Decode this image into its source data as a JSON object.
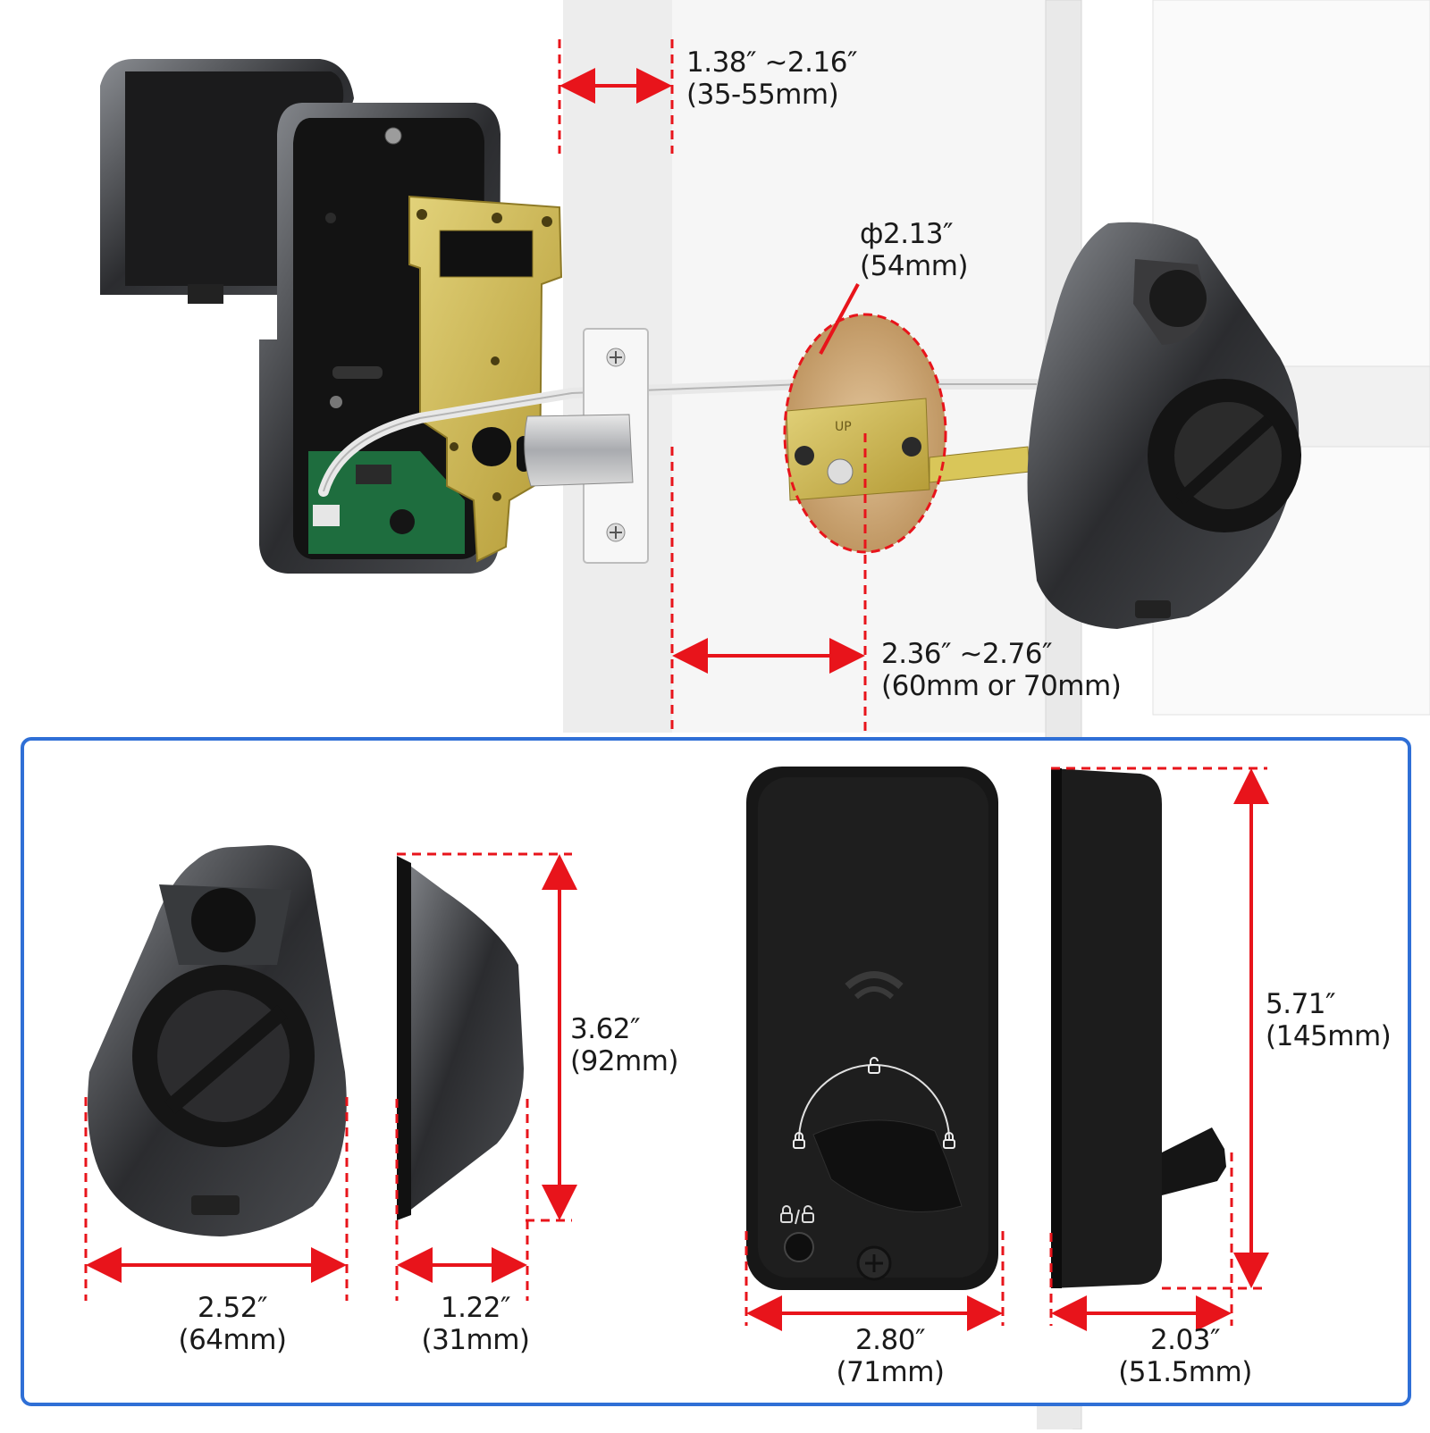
{
  "colors": {
    "dimension_red": "#e8141b",
    "panel_border": "#2f6fd6",
    "lock_black": "#161616",
    "brass": "#c8b14a",
    "door_white": "#f4f4f4"
  },
  "top_dimensions": {
    "door_thickness": {
      "inch": "1.38″ ~2.16″",
      "mm": "(35-55mm)"
    },
    "bore_diameter": {
      "inch": "ф2.13″",
      "mm": "(54mm)"
    },
    "backset": {
      "inch": "2.36″ ~2.76″",
      "mm": "(60mm or 70mm)"
    }
  },
  "strike_plate": {
    "top_label": "UP"
  },
  "bottom_dimensions": {
    "exterior_width": {
      "inch": "2.52″",
      "mm": "(64mm)"
    },
    "exterior_depth": {
      "inch": "1.22″",
      "mm": "(31mm)"
    },
    "exterior_height": {
      "inch": "3.62″",
      "mm": "(92mm)"
    },
    "interior_width": {
      "inch": "2.80″",
      "mm": "(71mm)"
    },
    "interior_depth": {
      "inch": "2.03″",
      "mm": "(51.5mm)"
    },
    "interior_height": {
      "inch": "5.71″",
      "mm": "(145mm)"
    }
  }
}
